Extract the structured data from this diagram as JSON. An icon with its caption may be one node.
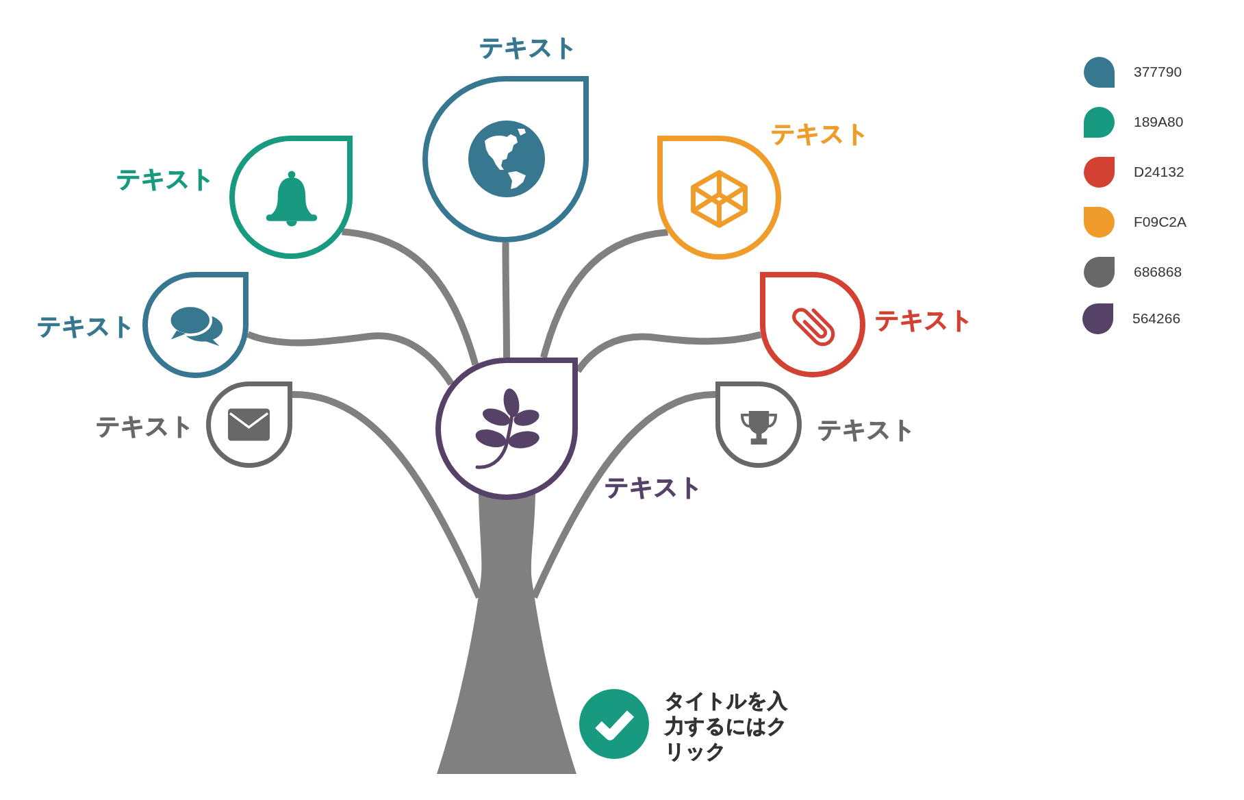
{
  "diagram": {
    "nodes": [
      {
        "text": [
          "テキスト"
        ]
      },
      {
        "text": [
          "テキスト"
        ]
      },
      {
        "text": [
          "テキスト"
        ]
      },
      {
        "text": [
          "テキスト"
        ]
      },
      {
        "text": [
          "テキスト"
        ]
      },
      {
        "text": [
          "テキスト"
        ]
      },
      {
        "text": [
          "テキスト"
        ]
      },
      {
        "text": [
          "テキスト"
        ]
      },
      {
        "text": [],
        "shape": "trunk"
      }
    ],
    "edges": [
      {
        "from": 0,
        "to": 5,
        "arrow": "none"
      },
      {
        "from": 1,
        "to": 5,
        "arrow": "none"
      },
      {
        "from": 2,
        "to": 5,
        "arrow": "none"
      },
      {
        "from": 3,
        "to": 5,
        "arrow": "none"
      },
      {
        "from": 4,
        "to": 5,
        "arrow": "none"
      },
      {
        "from": 6,
        "to": 8,
        "arrow": "none"
      },
      {
        "from": 7,
        "to": 8,
        "arrow": "none"
      }
    ],
    "labels": [
      "タイトルを入力するにはクリック"
    ],
    "legend": [
      {
        "text": "377790",
        "color": "#377790"
      },
      {
        "text": "189A80",
        "color": "#189a80"
      },
      {
        "text": "D24132",
        "color": "#d24132"
      },
      {
        "text": "F09C2A",
        "color": "#f09c2a"
      },
      {
        "text": "686868",
        "color": "#686868"
      },
      {
        "text": "564266",
        "color": "#564266"
      }
    ]
  }
}
